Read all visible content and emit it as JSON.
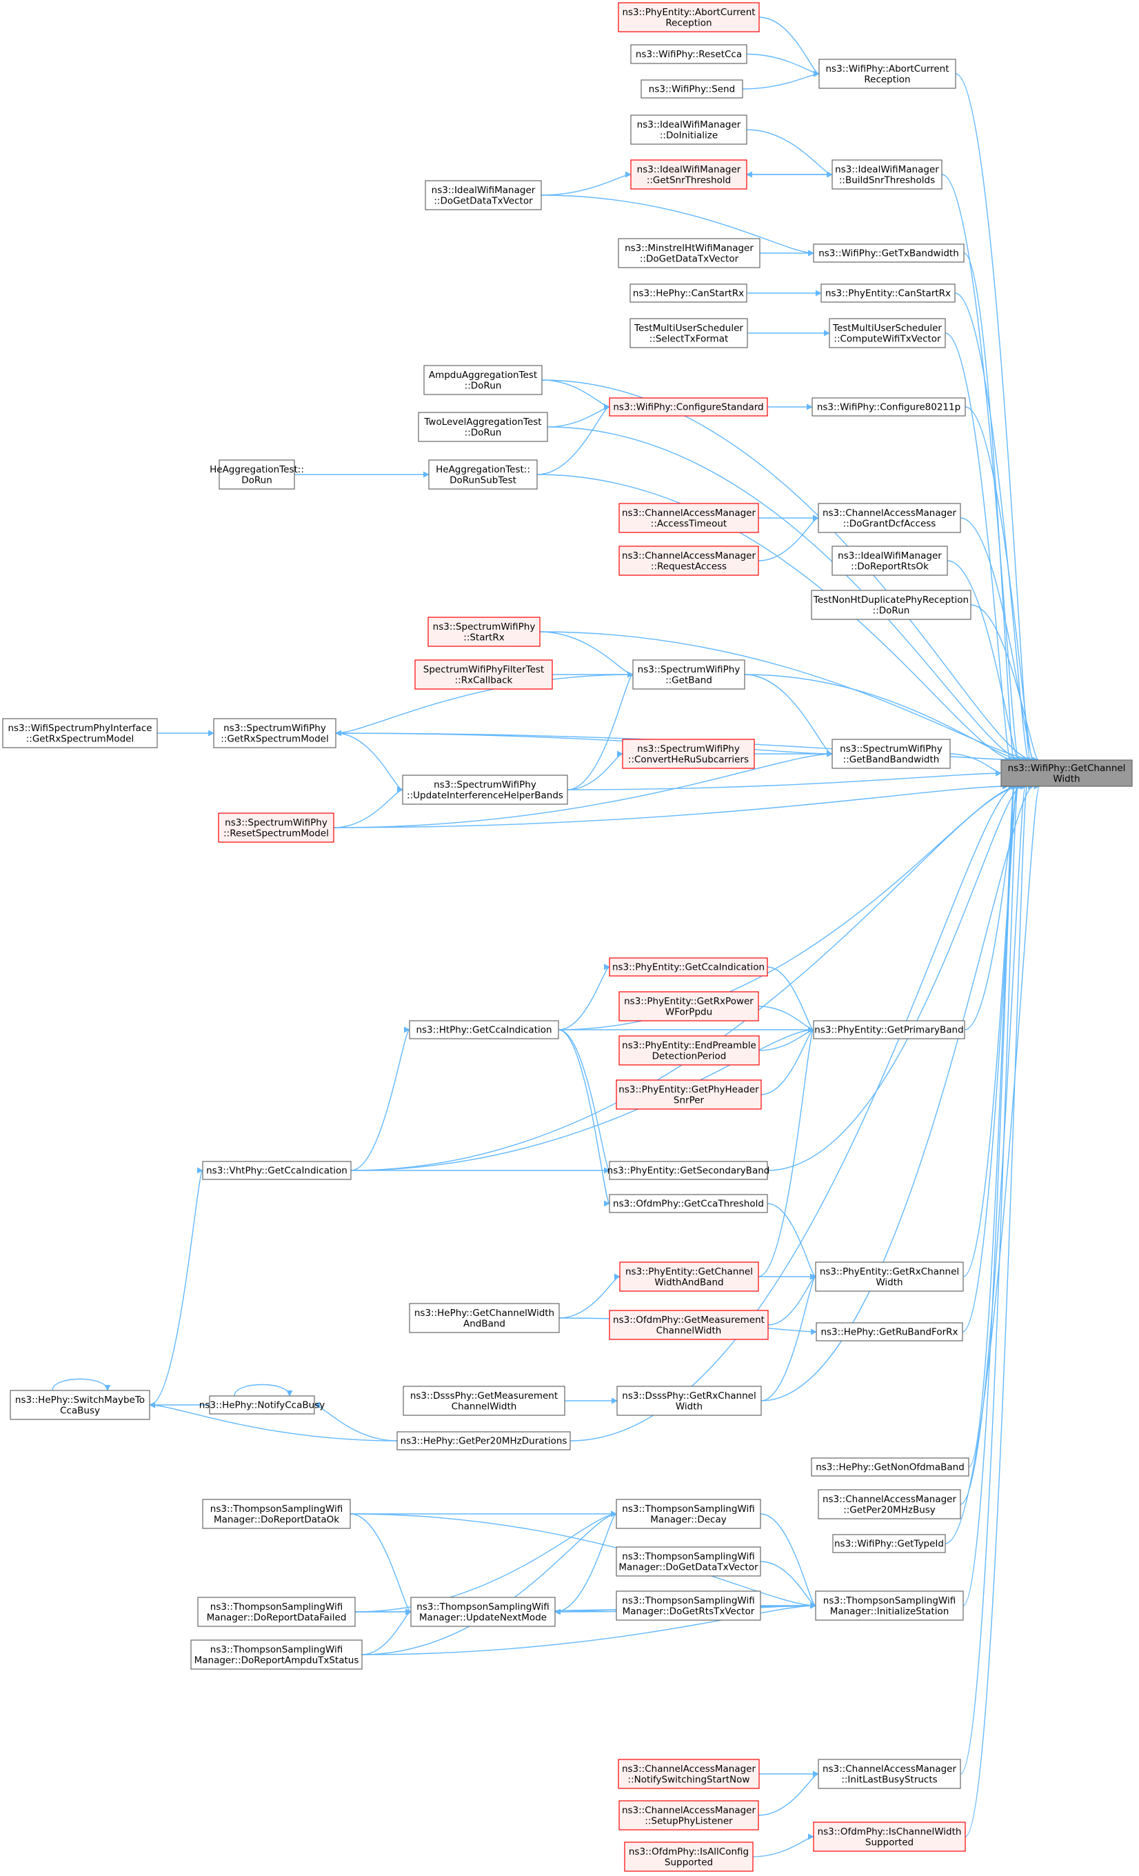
{
  "graph": {
    "nodes": [
      {
        "id": "target",
        "lines": [
          "ns3::WifiPhy::GetChannel",
          "Width"
        ],
        "style": "target"
      },
      {
        "id": "pe_abort",
        "lines": [
          "ns3::PhyEntity::AbortCurrent",
          "Reception"
        ],
        "style": "red"
      },
      {
        "id": "wp_resetcca",
        "lines": [
          "ns3::WifiPhy::ResetCca"
        ],
        "style": "normal"
      },
      {
        "id": "wp_send",
        "lines": [
          "ns3::WifiPhy::Send"
        ],
        "style": "normal"
      },
      {
        "id": "wp_abort",
        "lines": [
          "ns3::WifiPhy::AbortCurrent",
          "Reception"
        ],
        "style": "normal"
      },
      {
        "id": "iwm_doinit",
        "lines": [
          "ns3::IdealWifiManager",
          "::DoInitialize"
        ],
        "style": "normal"
      },
      {
        "id": "iwm_getsnr",
        "lines": [
          "ns3::IdealWifiManager",
          "::GetSnrThreshold"
        ],
        "style": "red"
      },
      {
        "id": "iwm_build",
        "lines": [
          "ns3::IdealWifiManager",
          "::BuildSnrThresholds"
        ],
        "style": "normal"
      },
      {
        "id": "iwm_dogetdata",
        "lines": [
          "ns3::IdealWifiManager",
          "::DoGetDataTxVector"
        ],
        "style": "normal"
      },
      {
        "id": "mht_dogetdata",
        "lines": [
          "ns3::MinstrelHtWifiManager",
          "::DoGetDataTxVector"
        ],
        "style": "normal"
      },
      {
        "id": "wp_gettxbw",
        "lines": [
          "ns3::WifiPhy::GetTxBandwidth"
        ],
        "style": "normal"
      },
      {
        "id": "he_canstart",
        "lines": [
          "ns3::HePhy::CanStartRx"
        ],
        "style": "normal"
      },
      {
        "id": "pe_canstart",
        "lines": [
          "ns3::PhyEntity::CanStartRx"
        ],
        "style": "normal"
      },
      {
        "id": "tmus_select",
        "lines": [
          "TestMultiUserScheduler",
          "::SelectTxFormat"
        ],
        "style": "normal"
      },
      {
        "id": "tmus_compute",
        "lines": [
          "TestMultiUserScheduler",
          "::ComputeWifiTxVector"
        ],
        "style": "normal"
      },
      {
        "id": "ampdu_dorun",
        "lines": [
          "AmpduAggregationTest",
          "::DoRun"
        ],
        "style": "normal"
      },
      {
        "id": "wp_confstd",
        "lines": [
          "ns3::WifiPhy::ConfigureStandard"
        ],
        "style": "red"
      },
      {
        "id": "wp_conf80211",
        "lines": [
          "ns3::WifiPhy::Configure80211p"
        ],
        "style": "normal"
      },
      {
        "id": "tla_dorun",
        "lines": [
          "TwoLevelAggregationTest",
          "::DoRun"
        ],
        "style": "normal"
      },
      {
        "id": "hea_dorun",
        "lines": [
          "HeAggregationTest::",
          "DoRun"
        ],
        "style": "normal"
      },
      {
        "id": "hea_dorunsub",
        "lines": [
          "HeAggregationTest::",
          "DoRunSubTest"
        ],
        "style": "normal"
      },
      {
        "id": "cam_access",
        "lines": [
          "ns3::ChannelAccessManager",
          "::AccessTimeout"
        ],
        "style": "red"
      },
      {
        "id": "cam_dogrant",
        "lines": [
          "ns3::ChannelAccessManager",
          "::DoGrantDcfAccess"
        ],
        "style": "normal"
      },
      {
        "id": "cam_request",
        "lines": [
          "ns3::ChannelAccessManager",
          "::RequestAccess"
        ],
        "style": "red"
      },
      {
        "id": "iwm_doreport",
        "lines": [
          "ns3::IdealWifiManager",
          "::DoReportRtsOk"
        ],
        "style": "normal"
      },
      {
        "id": "tnh_dorun",
        "lines": [
          "TestNonHtDuplicatePhyReception",
          "::DoRun"
        ],
        "style": "normal"
      },
      {
        "id": "swp_startrx",
        "lines": [
          "ns3::SpectrumWifiPhy",
          "::StartRx"
        ],
        "style": "red"
      },
      {
        "id": "swpft_rxcb",
        "lines": [
          "SpectrumWifiPhyFilterTest",
          "::RxCallback"
        ],
        "style": "red"
      },
      {
        "id": "swp_getband",
        "lines": [
          "ns3::SpectrumWifiPhy",
          "::GetBand"
        ],
        "style": "normal"
      },
      {
        "id": "wspi_getrx",
        "lines": [
          "ns3::WifiSpectrumPhyInterface",
          "::GetRxSpectrumModel"
        ],
        "style": "normal"
      },
      {
        "id": "swp_getrxsm",
        "lines": [
          "ns3::SpectrumWifiPhy",
          "::GetRxSpectrumModel"
        ],
        "style": "normal"
      },
      {
        "id": "swp_convert",
        "lines": [
          "ns3::SpectrumWifiPhy",
          "::ConvertHeRuSubcarriers"
        ],
        "style": "red"
      },
      {
        "id": "swp_getbandbw",
        "lines": [
          "ns3::SpectrumWifiPhy",
          "::GetBandBandwidth"
        ],
        "style": "normal"
      },
      {
        "id": "swp_updint",
        "lines": [
          "ns3::SpectrumWifiPhy",
          "::UpdateInterferenceHelperBands"
        ],
        "style": "normal"
      },
      {
        "id": "swp_resetsm",
        "lines": [
          "ns3::SpectrumWifiPhy",
          "::ResetSpectrumModel"
        ],
        "style": "red"
      },
      {
        "id": "pe_getcca",
        "lines": [
          "ns3::PhyEntity::GetCcaIndication"
        ],
        "style": "red"
      },
      {
        "id": "pe_getrxpower",
        "lines": [
          "ns3::PhyEntity::GetRxPower",
          "WForPpdu"
        ],
        "style": "red"
      },
      {
        "id": "pe_endpre",
        "lines": [
          "ns3::PhyEntity::EndPreamble",
          "DetectionPeriod"
        ],
        "style": "red"
      },
      {
        "id": "pe_getphyhdr",
        "lines": [
          "ns3::PhyEntity::GetPhyHeader",
          "SnrPer"
        ],
        "style": "red"
      },
      {
        "id": "ht_getcca",
        "lines": [
          "ns3::HtPhy::GetCcaIndication"
        ],
        "style": "normal"
      },
      {
        "id": "pe_getprim",
        "lines": [
          "ns3::PhyEntity::GetPrimaryBand"
        ],
        "style": "normal"
      },
      {
        "id": "vht_getcca",
        "lines": [
          "ns3::VhtPhy::GetCcaIndication"
        ],
        "style": "normal"
      },
      {
        "id": "pe_getsec",
        "lines": [
          "ns3::PhyEntity::GetSecondaryBand"
        ],
        "style": "normal"
      },
      {
        "id": "ofdm_getccath",
        "lines": [
          "ns3::OfdmPhy::GetCcaThreshold"
        ],
        "style": "normal"
      },
      {
        "id": "pe_getchwab",
        "lines": [
          "ns3::PhyEntity::GetChannel",
          "WidthAndBand"
        ],
        "style": "red"
      },
      {
        "id": "pe_getrxchw",
        "lines": [
          "ns3::PhyEntity::GetRxChannel",
          "Width"
        ],
        "style": "normal"
      },
      {
        "id": "he_getchwab",
        "lines": [
          "ns3::HePhy::GetChannelWidth",
          "AndBand"
        ],
        "style": "normal"
      },
      {
        "id": "ofdm_getmeas",
        "lines": [
          "ns3::OfdmPhy::GetMeasurement",
          "ChannelWidth"
        ],
        "style": "red"
      },
      {
        "id": "he_getru",
        "lines": [
          "ns3::HePhy::GetRuBandForRx"
        ],
        "style": "normal"
      },
      {
        "id": "dsss_getmeas",
        "lines": [
          "ns3::DsssPhy::GetMeasurement",
          "ChannelWidth"
        ],
        "style": "normal"
      },
      {
        "id": "dsss_getrxchw",
        "lines": [
          "ns3::DsssPhy::GetRxChannel",
          "Width"
        ],
        "style": "normal"
      },
      {
        "id": "he_switch",
        "lines": [
          "ns3::HePhy::SwitchMaybeTo",
          "CcaBusy"
        ],
        "style": "normal"
      },
      {
        "id": "he_notify",
        "lines": [
          "ns3::HePhy::NotifyCcaBusy"
        ],
        "style": "normal"
      },
      {
        "id": "he_getper20",
        "lines": [
          "ns3::HePhy::GetPer20MHzDurations"
        ],
        "style": "normal"
      },
      {
        "id": "he_getnonofdma",
        "lines": [
          "ns3::HePhy::GetNonOfdmaBand"
        ],
        "style": "normal"
      },
      {
        "id": "cam_getper20",
        "lines": [
          "ns3::ChannelAccessManager",
          "::GetPer20MHzBusy"
        ],
        "style": "normal"
      },
      {
        "id": "wp_gettypeid",
        "lines": [
          "ns3::WifiPhy::GetTypeId"
        ],
        "style": "normal"
      },
      {
        "id": "ts_doreportok",
        "lines": [
          "ns3::ThompsonSamplingWifi",
          "Manager::DoReportDataOk"
        ],
        "style": "normal"
      },
      {
        "id": "ts_decay",
        "lines": [
          "ns3::ThompsonSamplingWifi",
          "Manager::Decay"
        ],
        "style": "normal"
      },
      {
        "id": "ts_dogetdata",
        "lines": [
          "ns3::ThompsonSamplingWifi",
          "Manager::DoGetDataTxVector"
        ],
        "style": "normal"
      },
      {
        "id": "ts_dogetrts",
        "lines": [
          "ns3::ThompsonSamplingWifi",
          "Manager::DoGetRtsTxVector"
        ],
        "style": "normal"
      },
      {
        "id": "ts_initstation",
        "lines": [
          "ns3::ThompsonSamplingWifi",
          "Manager::InitializeStation"
        ],
        "style": "normal"
      },
      {
        "id": "ts_doreportfail",
        "lines": [
          "ns3::ThompsonSamplingWifi",
          "Manager::DoReportDataFailed"
        ],
        "style": "normal"
      },
      {
        "id": "ts_updnext",
        "lines": [
          "ns3::ThompsonSamplingWifi",
          "Manager::UpdateNextMode"
        ],
        "style": "normal"
      },
      {
        "id": "ts_doreportampdu",
        "lines": [
          "ns3::ThompsonSamplingWifi",
          "Manager::DoReportAmpduTxStatus"
        ],
        "style": "normal"
      },
      {
        "id": "cam_notifyswitch",
        "lines": [
          "ns3::ChannelAccessManager",
          "::NotifySwitchingStartNow"
        ],
        "style": "red"
      },
      {
        "id": "cam_initlast",
        "lines": [
          "ns3::ChannelAccessManager",
          "::InitLastBusyStructs"
        ],
        "style": "normal"
      },
      {
        "id": "cam_setup",
        "lines": [
          "ns3::ChannelAccessManager",
          "::SetupPhyListener"
        ],
        "style": "red"
      },
      {
        "id": "ofdm_ischw",
        "lines": [
          "ns3::OfdmPhy::IsChannelWidth",
          "Supported"
        ],
        "style": "red"
      },
      {
        "id": "ofdm_isall",
        "lines": [
          "ns3::OfdmPhy::IsAllConfig",
          "Supported"
        ],
        "style": "red"
      }
    ],
    "edges": [
      [
        "pe_abort",
        "wp_abort"
      ],
      [
        "wp_resetcca",
        "wp_abort"
      ],
      [
        "wp_send",
        "wp_abort"
      ],
      [
        "wp_abort",
        "target"
      ],
      [
        "iwm_doinit",
        "iwm_build"
      ],
      [
        "iwm_getsnr",
        "iwm_build"
      ],
      [
        "iwm_build",
        "iwm_getsnr"
      ],
      [
        "iwm_dogetdata",
        "iwm_getsnr"
      ],
      [
        "iwm_build",
        "target"
      ],
      [
        "iwm_dogetdata",
        "wp_gettxbw"
      ],
      [
        "mht_dogetdata",
        "wp_gettxbw"
      ],
      [
        "wp_gettxbw",
        "target"
      ],
      [
        "he_canstart",
        "pe_canstart"
      ],
      [
        "pe_canstart",
        "target"
      ],
      [
        "tmus_select",
        "tmus_compute"
      ],
      [
        "tmus_compute",
        "target"
      ],
      [
        "ampdu_dorun",
        "target"
      ],
      [
        "ampdu_dorun",
        "wp_confstd"
      ],
      [
        "tla_dorun",
        "wp_confstd"
      ],
      [
        "hea_dorunsub",
        "wp_confstd"
      ],
      [
        "wp_confstd",
        "wp_conf80211"
      ],
      [
        "wp_conf80211",
        "target"
      ],
      [
        "tla_dorun",
        "target"
      ],
      [
        "hea_dorun",
        "hea_dorunsub"
      ],
      [
        "hea_dorunsub",
        "target"
      ],
      [
        "cam_access",
        "cam_dogrant"
      ],
      [
        "cam_request",
        "cam_dogrant"
      ],
      [
        "cam_dogrant",
        "target"
      ],
      [
        "iwm_doreport",
        "target"
      ],
      [
        "tnh_dorun",
        "target"
      ],
      [
        "swp_getrxsm",
        "target"
      ],
      [
        "swp_startrx",
        "swp_getband"
      ],
      [
        "swpft_rxcb",
        "swp_getband"
      ],
      [
        "swp_startrx",
        "target"
      ],
      [
        "swp_getband",
        "target"
      ],
      [
        "swp_getband",
        "swp_getrxsm"
      ],
      [
        "swp_getband",
        "swp_getbandbw"
      ],
      [
        "swp_updint",
        "swp_getband"
      ],
      [
        "wspi_getrx",
        "swp_getrxsm"
      ],
      [
        "swp_getrxsm",
        "swp_getbandbw"
      ],
      [
        "swp_getrxsm",
        "swp_updint"
      ],
      [
        "swp_updint",
        "swp_convert"
      ],
      [
        "swp_convert",
        "swp_getbandbw"
      ],
      [
        "swp_getbandbw",
        "target"
      ],
      [
        "swp_updint",
        "target"
      ],
      [
        "swp_resetsm",
        "swp_updint"
      ],
      [
        "swp_resetsm",
        "swp_getbandbw"
      ],
      [
        "swp_resetsm",
        "target"
      ],
      [
        "ht_getcca",
        "target"
      ],
      [
        "ht_getcca",
        "pe_getprim"
      ],
      [
        "ht_getcca",
        "pe_getcca"
      ],
      [
        "pe_getcca",
        "pe_getprim"
      ],
      [
        "pe_getrxpower",
        "pe_getprim"
      ],
      [
        "pe_endpre",
        "pe_getprim"
      ],
      [
        "pe_getphyhdr",
        "pe_getprim"
      ],
      [
        "pe_getprim",
        "target"
      ],
      [
        "vht_getcca",
        "ht_getcca"
      ],
      [
        "vht_getcca",
        "pe_getprim"
      ],
      [
        "vht_getcca",
        "pe_getsec"
      ],
      [
        "ht_getcca",
        "pe_getsec"
      ],
      [
        "ht_getcca",
        "ofdm_getccath"
      ],
      [
        "pe_getsec",
        "target"
      ],
      [
        "vht_getcca",
        "target"
      ],
      [
        "ofdm_getccath",
        "pe_getrxchw"
      ],
      [
        "pe_getchwab",
        "pe_getprim"
      ],
      [
        "he_getchwab",
        "pe_getchwab"
      ],
      [
        "pe_getchwab",
        "pe_getrxchw"
      ],
      [
        "ofdm_getmeas",
        "pe_getrxchw"
      ],
      [
        "pe_getrxchw",
        "target"
      ],
      [
        "he_getchwab",
        "he_getru"
      ],
      [
        "he_getru",
        "target"
      ],
      [
        "dsss_getmeas",
        "dsss_getrxchw"
      ],
      [
        "dsss_getrxchw",
        "pe_getrxchw"
      ],
      [
        "dsss_getrxchw",
        "target"
      ],
      [
        "he_switch",
        "vht_getcca"
      ],
      [
        "he_switch",
        "he_switch"
      ],
      [
        "he_notify",
        "he_switch"
      ],
      [
        "he_notify",
        "he_notify"
      ],
      [
        "he_getper20",
        "he_notify"
      ],
      [
        "he_getper20",
        "he_switch"
      ],
      [
        "he_getper20",
        "target"
      ],
      [
        "he_getnonofdma",
        "target"
      ],
      [
        "cam_getper20",
        "target"
      ],
      [
        "wp_gettypeid",
        "target"
      ],
      [
        "ts_doreportok",
        "ts_decay"
      ],
      [
        "ts_doreportok",
        "ts_initstation"
      ],
      [
        "ts_doreportok",
        "ts_updnext"
      ],
      [
        "ts_doreportfail",
        "ts_decay"
      ],
      [
        "ts_doreportfail",
        "ts_updnext"
      ],
      [
        "ts_doreportfail",
        "ts_initstation"
      ],
      [
        "ts_updnext",
        "ts_decay"
      ],
      [
        "ts_doreportampdu",
        "ts_decay"
      ],
      [
        "ts_doreportampdu",
        "ts_updnext"
      ],
      [
        "ts_doreportampdu",
        "ts_initstation"
      ],
      [
        "ts_decay",
        "ts_initstation"
      ],
      [
        "ts_dogetdata",
        "ts_initstation"
      ],
      [
        "ts_dogetrts",
        "ts_initstation"
      ],
      [
        "ts_updnext",
        "ts_initstation"
      ],
      [
        "ts_initstation",
        "ts_updnext"
      ],
      [
        "ts_initstation",
        "target"
      ],
      [
        "cam_notifyswitch",
        "cam_initlast"
      ],
      [
        "cam_setup",
        "cam_initlast"
      ],
      [
        "cam_initlast",
        "target"
      ],
      [
        "ofdm_isall",
        "ofdm_ischw"
      ],
      [
        "ofdm_ischw",
        "target"
      ]
    ]
  },
  "colors": {
    "edge": "#63b8ff",
    "node_border": "#666666",
    "node_fill": "#ffffff",
    "caller_red_border": "#ff0000",
    "caller_red_fill": "#fff0f0",
    "target_fill": "#999999"
  }
}
